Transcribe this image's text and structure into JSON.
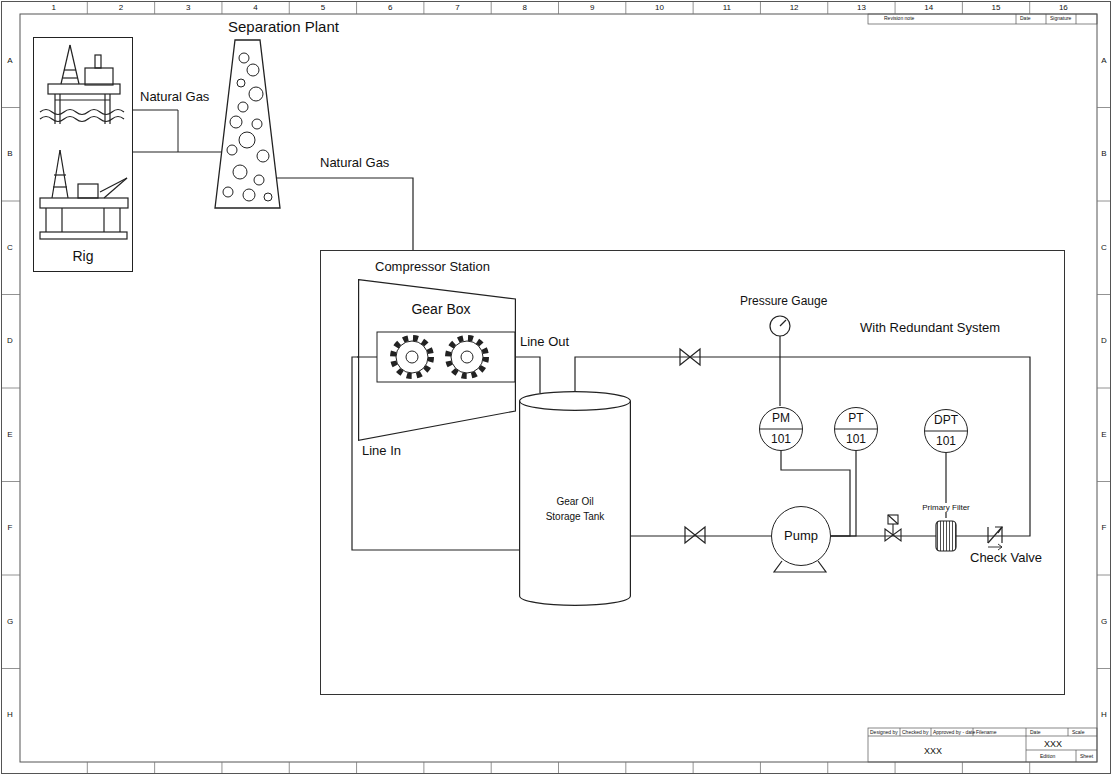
{
  "diagram": {
    "nodes": [
      {
        "text": [
          "Rig"
        ]
      },
      {
        "text": [
          "Separation Plant"
        ]
      },
      {
        "text": [
          "Compressor Station"
        ]
      },
      {
        "text": [
          "Gear Box"
        ],
        "in": 2
      },
      {
        "text": [
          "Gear Oil Storage Tank"
        ],
        "in": 2
      },
      {
        "text": [
          "PM",
          "101"
        ],
        "in": 2
      },
      {
        "text": [
          "PT",
          "101"
        ],
        "in": 2
      },
      {
        "text": [
          "DPT",
          "101"
        ],
        "in": 2
      },
      {
        "text": [
          "Pump"
        ],
        "in": 2
      },
      {
        "text": [
          "Primary Filter"
        ],
        "in": 2
      }
    ],
    "edges": [
      {
        "from": 0,
        "to": 1,
        "arrow": "none"
      },
      {
        "from": 1,
        "to": 2,
        "arrow": "none"
      },
      {
        "from": 3,
        "to": 4,
        "arrow": "none"
      },
      {
        "from": 4,
        "to": 3,
        "arrow": "none"
      },
      {
        "from": 4,
        "to": 8,
        "arrow": "none"
      },
      {
        "from": 8,
        "to": 9,
        "arrow": "none"
      },
      {
        "from": 9,
        "to": 4,
        "arrow": "none"
      },
      {
        "from": 5,
        "to": 8,
        "arrow": "none"
      },
      {
        "from": 6,
        "to": 8,
        "arrow": "none"
      },
      {
        "from": 7,
        "to": 9,
        "arrow": "none"
      }
    ],
    "labels": [
      "Natural Gas",
      "Natural Gas",
      "Line Out",
      "Line In",
      "Pressure Gauge",
      "With Redundant System",
      "Check Valve",
      "1",
      "2",
      "3",
      "4",
      "5",
      "6",
      "7",
      "8",
      "9",
      "10",
      "11",
      "12",
      "13",
      "14",
      "15",
      "16",
      "A",
      "B",
      "C",
      "D",
      "E",
      "F",
      "G",
      "H",
      "A",
      "B",
      "C",
      "D",
      "E",
      "F",
      "G",
      "H",
      "Revision note",
      "Date",
      "Signature",
      "Designed by",
      "Checked by",
      "Approved by - date",
      "Filename",
      "Date",
      "Scale",
      "XXX",
      "XXX",
      "Edition",
      "Sheet"
    ]
  }
}
